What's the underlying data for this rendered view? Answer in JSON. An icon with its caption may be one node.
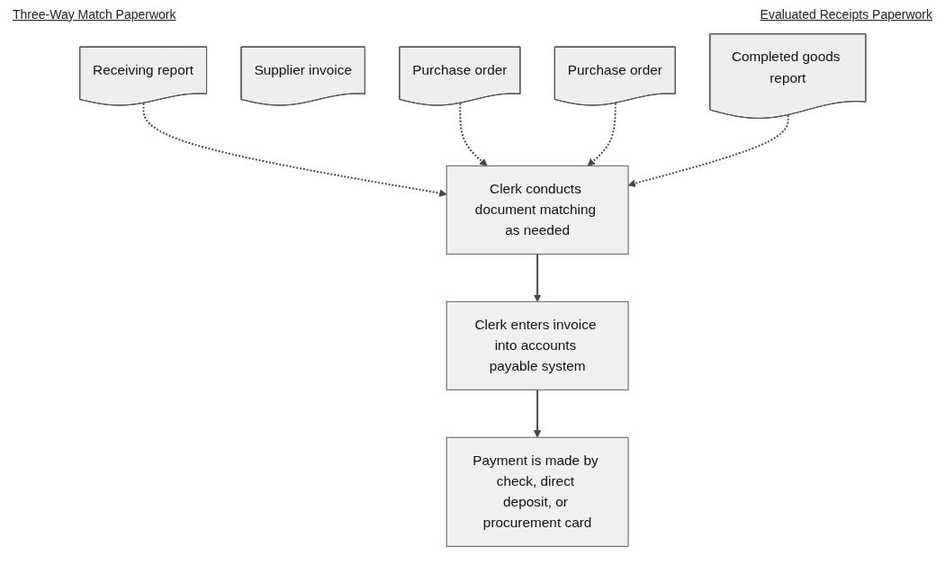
{
  "diagram": {
    "nodes": [
      {
        "text": [
          "Receiving report"
        ]
      },
      {
        "text": [
          "Supplier invoice"
        ]
      },
      {
        "text": [
          "Purchase order"
        ]
      },
      {
        "text": [
          "Clerk conducts document matching as needed"
        ]
      },
      {
        "text": [
          "Purchase order"
        ]
      },
      {
        "text": [
          "Completed goods report"
        ]
      },
      {
        "text": [
          "Clerk enters invoice into accounts payable system"
        ]
      },
      {
        "text": [
          "Payment is made by check, direct deposit, or procurement card"
        ]
      }
    ],
    "edges": [
      {
        "from": 0,
        "to": 3,
        "arrow": "to",
        "style": "dashed"
      },
      {
        "from": 2,
        "to": 3,
        "arrow": "to",
        "style": "dashed"
      },
      {
        "from": 4,
        "to": 3,
        "arrow": "to",
        "style": "dashed"
      },
      {
        "from": 5,
        "to": 3,
        "arrow": "to",
        "style": "dashed"
      },
      {
        "from": 3,
        "to": 6,
        "arrow": "to"
      },
      {
        "from": 6,
        "to": 7,
        "arrow": "to"
      }
    ],
    "labels": [
      "Three-Way Match Paperwork",
      "Evaluated Receipts Paperwork"
    ]
  }
}
